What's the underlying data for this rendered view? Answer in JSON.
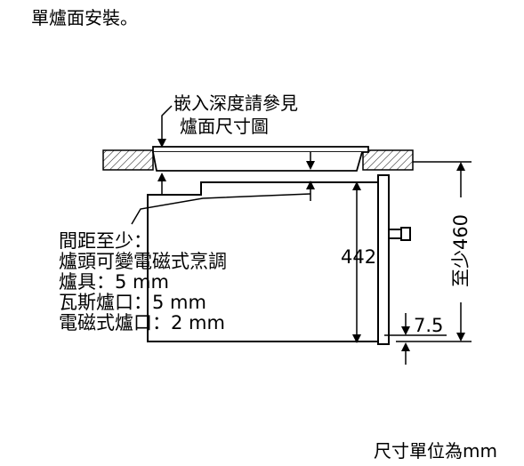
{
  "heading": "單爐面安裝。",
  "unit_note": "尺寸單位為mm",
  "diagram": {
    "depth_note": [
      "嵌入深度請參見",
      "爐面尺寸圖"
    ],
    "clearance_note": [
      "間距至少：",
      "爐頭可變電磁式烹調",
      "爐具：5 mm",
      "瓦斯爐口：5 mm",
      "電磁式爐口：2 mm"
    ],
    "dim_oven_height": "442",
    "dim_min_height": "至少460",
    "dim_offset": "7.5"
  }
}
